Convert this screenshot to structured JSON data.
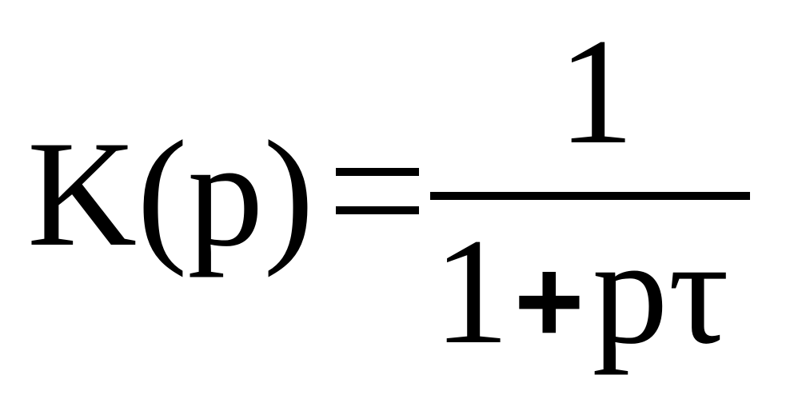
{
  "formula": {
    "lhs": "K(p)",
    "relation": "=",
    "numerator": "1",
    "denominator": {
      "term1": "1",
      "operator": "+",
      "term2": "pτ"
    }
  }
}
